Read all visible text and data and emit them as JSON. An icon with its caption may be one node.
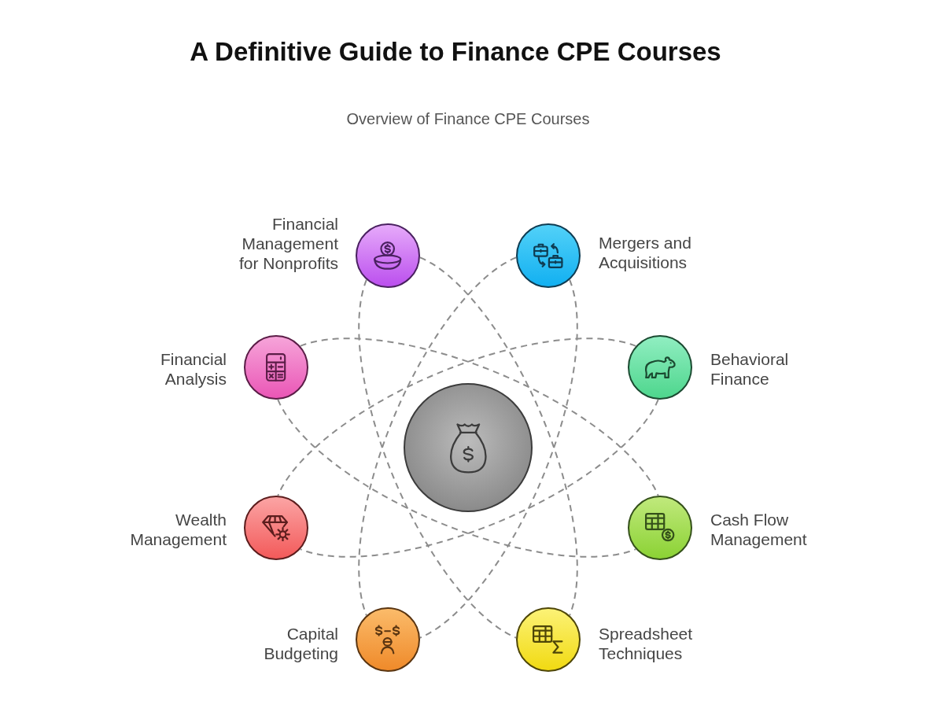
{
  "diagram": {
    "title": "A Definitive Guide to Finance CPE Courses",
    "nodes": [
      {
        "text": [
          "Financial Management for Nonprofits"
        ]
      },
      {
        "text": [
          "Mergers and Acquisitions"
        ]
      },
      {
        "text": [
          "Financial Analysis"
        ]
      },
      {
        "text": [
          "Behavioral Finance"
        ]
      },
      {
        "text": [],
        "shape": "circle"
      },
      {
        "text": [
          "Wealth Management"
        ]
      },
      {
        "text": [
          "Cash Flow Management"
        ]
      },
      {
        "text": [
          "Capital Budgeting"
        ]
      },
      {
        "text": [
          "Spreadsheet Techniques"
        ]
      }
    ],
    "edges": [
      {
        "from": 0,
        "to": 8,
        "arrow": "none",
        "style": "dashed"
      },
      {
        "from": 0,
        "to": 8,
        "arrow": "none",
        "style": "dashed"
      },
      {
        "from": 1,
        "to": 7,
        "arrow": "none",
        "style": "dashed"
      },
      {
        "from": 1,
        "to": 7,
        "arrow": "none",
        "style": "dashed"
      },
      {
        "from": 2,
        "to": 6,
        "arrow": "none",
        "style": "dashed"
      },
      {
        "from": 2,
        "to": 6,
        "arrow": "none",
        "style": "dashed"
      },
      {
        "from": 3,
        "to": 5,
        "arrow": "none",
        "style": "dashed"
      },
      {
        "from": 3,
        "to": 5,
        "arrow": "none",
        "style": "dashed"
      }
    ],
    "labels": [
      "Overview of Finance CPE Courses"
    ]
  }
}
